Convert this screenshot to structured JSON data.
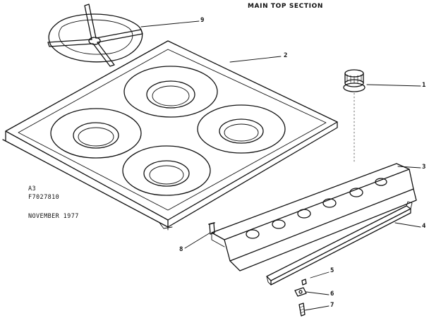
{
  "title": "MAIN TOP SECTION",
  "model": {
    "code": "A3",
    "part_number": "F7027810",
    "date": "NOVEMBER 1977"
  },
  "callouts": {
    "c1": "1",
    "c2": "2",
    "c3": "3",
    "c4": "4",
    "c5": "5",
    "c6": "6",
    "c7": "7",
    "c8": "8",
    "c9": "9"
  }
}
